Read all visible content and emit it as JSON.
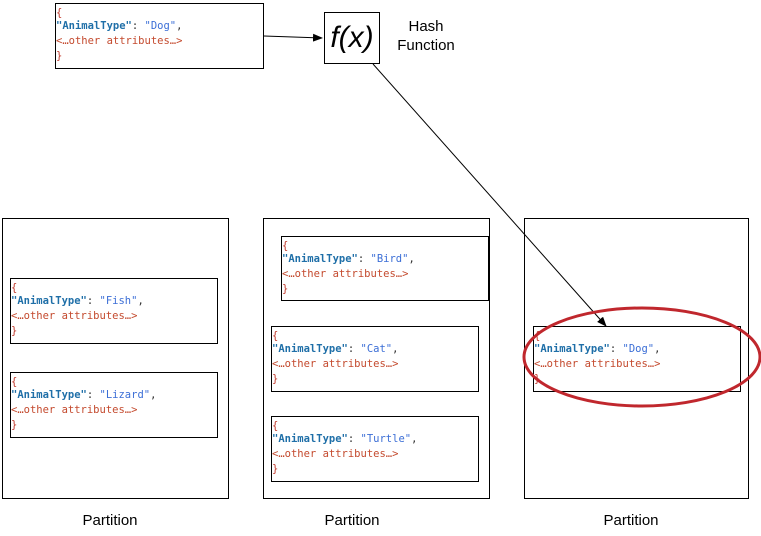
{
  "source_record": {
    "open_brace": "{",
    "key": "\"AnimalType\"",
    "colon": ": ",
    "value": "\"Dog\"",
    "comma": ",",
    "other": "<…other attributes…>",
    "close_brace": "}"
  },
  "hash_function": {
    "symbol": "f(x)",
    "label_line1": "Hash",
    "label_line2": "Function"
  },
  "partitions": [
    {
      "label": "Partition",
      "items": [
        {
          "key": "\"AnimalType\"",
          "colon": ": ",
          "value": "\"Fish\"",
          "comma": ",",
          "other": "<…other attributes…>",
          "open": "{",
          "close": "}"
        },
        {
          "key": "\"AnimalType\"",
          "colon": ": ",
          "value": "\"Lizard\"",
          "comma": ",",
          "other": "<…other attributes…>",
          "open": "{",
          "close": "}"
        }
      ]
    },
    {
      "label": "Partition",
      "items": [
        {
          "key": "\"AnimalType\"",
          "colon": ": ",
          "value": "\"Bird\"",
          "comma": ",",
          "other": "<…other attributes…>",
          "open": "{",
          "close": "}"
        },
        {
          "key": "\"AnimalType\"",
          "colon": ": ",
          "value": "\"Cat\"",
          "comma": ",",
          "other": "<…other attributes…>",
          "open": "{",
          "close": "}"
        },
        {
          "key": "\"AnimalType\"",
          "colon": ": ",
          "value": "\"Turtle\"",
          "comma": ",",
          "other": "<…other attributes…>",
          "open": "{",
          "close": "}"
        }
      ]
    },
    {
      "label": "Partition",
      "items": [
        {
          "key": "\"AnimalType\"",
          "colon": ": ",
          "value": "\"Dog\"",
          "comma": ",",
          "other": "<…other attributes…>",
          "open": "{",
          "close": "}"
        }
      ]
    }
  ],
  "colors": {
    "highlight_ellipse": "#c0272d",
    "brace": "#c0392b",
    "key": "#1f6fa8",
    "value": "#3b6ed6",
    "other": "#c44a2e"
  }
}
